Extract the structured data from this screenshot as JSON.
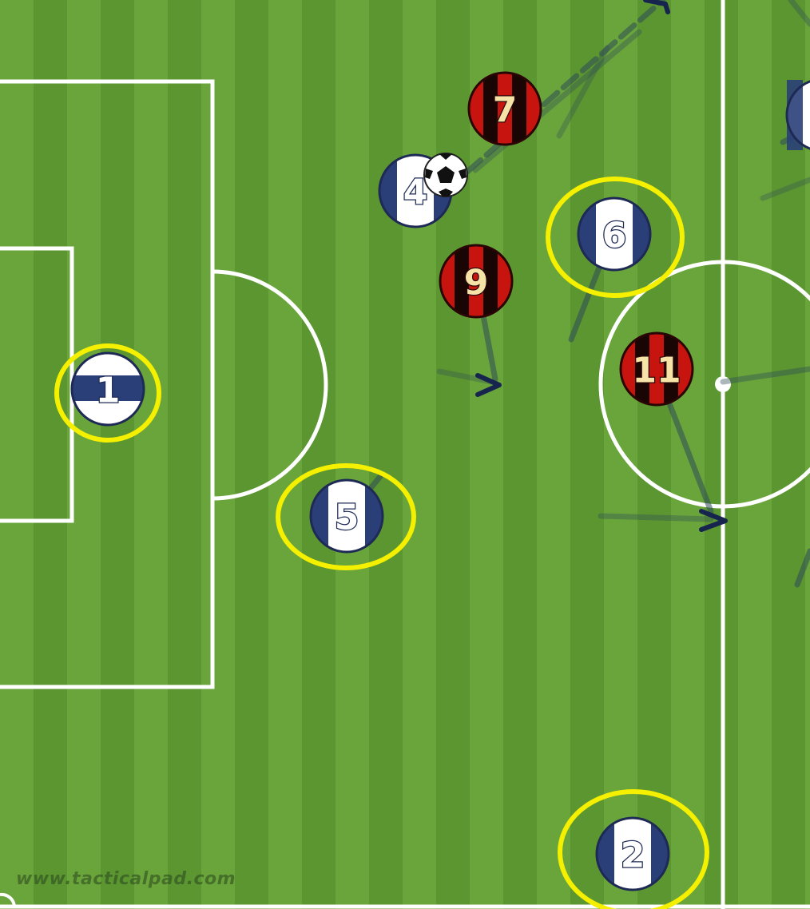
{
  "watermark": "www.tacticalpad.com",
  "colors": {
    "grass_light": "#6aa53b",
    "grass_dark": "#5a9530",
    "line": "#ffffff",
    "highlight_ring": "#f5f000",
    "home_navy": "#2a3f78",
    "home_white": "#ffffff",
    "away_red": "#c8140e",
    "away_black": "#1a0505",
    "arrow": "#1a2a55"
  },
  "players": [
    {
      "team": "home",
      "number": "1",
      "highlighted": true
    },
    {
      "team": "home",
      "number": "4",
      "highlighted": false,
      "has_ball": true
    },
    {
      "team": "home",
      "number": "5",
      "highlighted": true
    },
    {
      "team": "home",
      "number": "6",
      "highlighted": true
    },
    {
      "team": "home",
      "number": "2",
      "highlighted": true
    },
    {
      "team": "away",
      "number": "7",
      "highlighted": false
    },
    {
      "team": "away",
      "number": "9",
      "highlighted": false
    },
    {
      "team": "away",
      "number": "11",
      "highlighted": false
    }
  ],
  "icons": [
    "soccer-ball-icon",
    "arrow-head-icon"
  ]
}
